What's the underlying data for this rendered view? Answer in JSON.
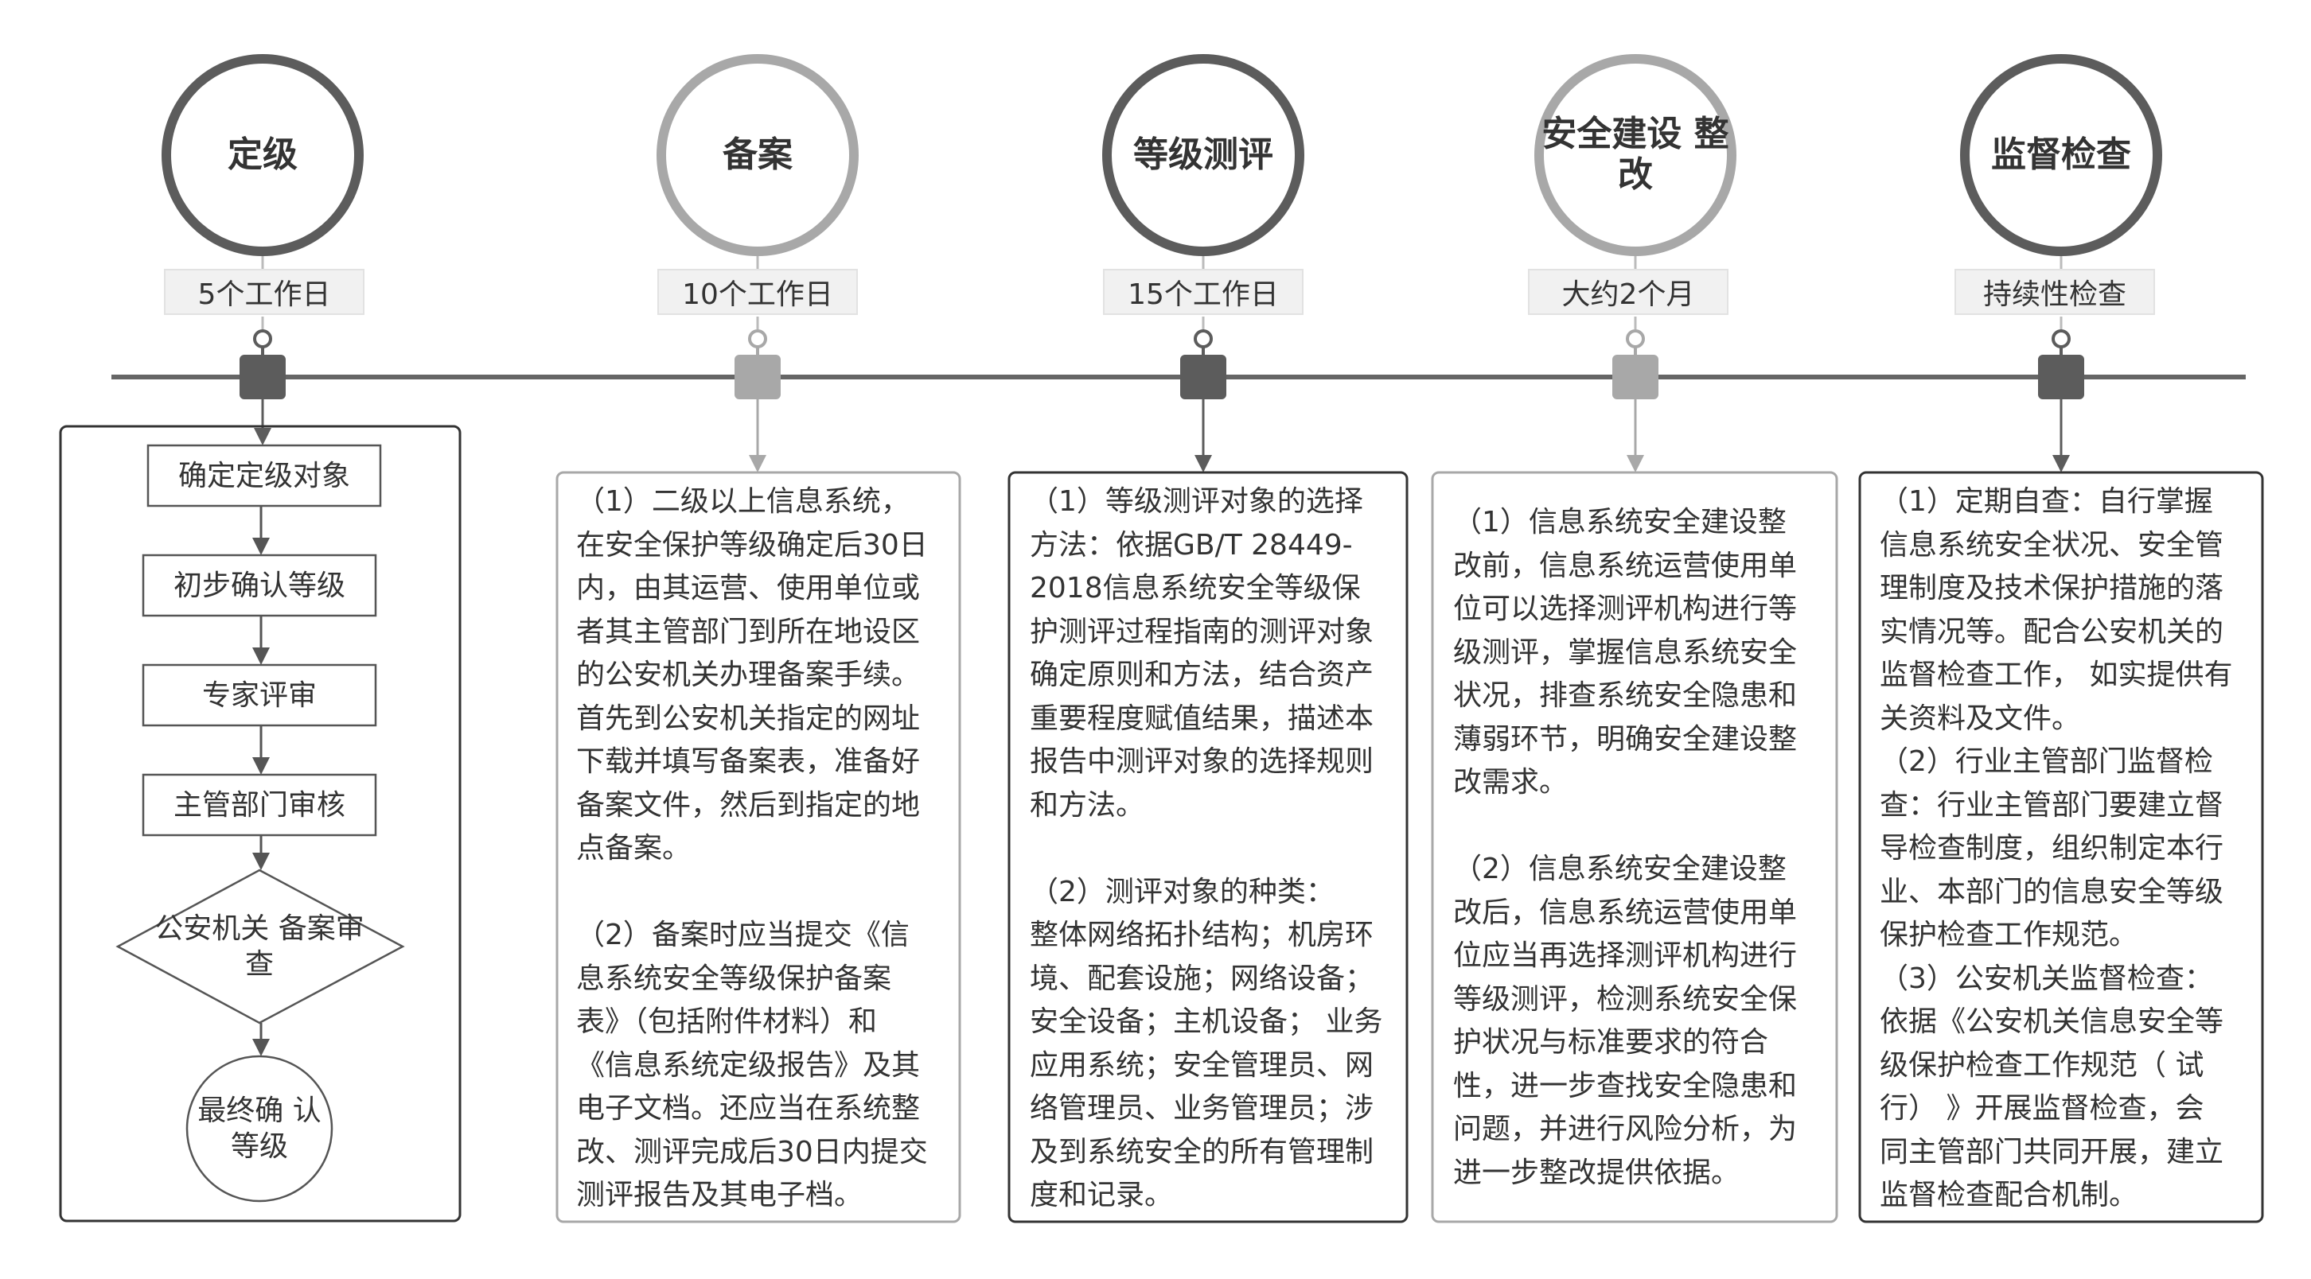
{
  "stages": [
    {
      "id": "dingji",
      "title": "定级",
      "duration": "5个工作日",
      "tone": "dark"
    },
    {
      "id": "beian",
      "title": "备案",
      "duration": "10个工作日",
      "tone": "light"
    },
    {
      "id": "cping",
      "title": "等级测评",
      "duration": "15个工作日",
      "tone": "dark"
    },
    {
      "id": "jianshe",
      "title": "安全建设\n整改",
      "duration": "大约2个月",
      "tone": "light"
    },
    {
      "id": "jiancha",
      "title": "监督检查",
      "duration": "持续性检查",
      "tone": "dark"
    }
  ],
  "grading_steps": [
    "确定定级对象",
    "初步确认等级",
    "专家评审",
    "主管部门审核",
    "公安机关\n备案审查",
    "最终确\n认等级"
  ],
  "descriptions": {
    "beian": "（1）二级以上信息系统，\n在安全保护等级确定后30日\n内，由其运营、使用单位或\n者其主管部门到所在地设区\n的公安机关办理备案手续。\n首先到公安机关指定的网址\n下载并填写备案表，准备好\n备案文件，然后到指定的地\n点备案。\n\n（2）备案时应当提交《信\n息系统安全等级保护备案\n表》（包括附件材料）和\n《信息系统定级报告》及其\n电子文档。还应当在系统整\n改、测评完成后30日内提交\n测评报告及其电子档。",
    "cping": "（1）等级测评对象的选择\n方法：依据GB/T 28449-\n2018信息系统安全等级保\n护测评过程指南的测评对象\n确定原则和方法，结合资产\n重要程度赋值结果，描述本\n报告中测评对象的选择规则\n和方法。\n\n（2）测评对象的种类：\n整体网络拓扑结构；机房环\n境、配套设施；网络设备；\n安全设备；主机设备； 业务\n应用系统；安全管理员、网\n络管理员、业务管理员；涉\n及到系统安全的所有管理制\n度和记录。",
    "jianshe": "（1）信息系统安全建设整\n改前，信息系统运营使用单\n位可以选择测评机构进行等\n级测评，掌握信息系统安全\n状况，排查系统安全隐患和\n薄弱环节，明确安全建设整\n改需求。\n\n（2）信息系统安全建设整\n改后，信息系统运营使用单\n位应当再选择测评机构进行\n等级测评，检测系统安全保\n护状况与标准要求的符合\n性，进一步查找安全隐患和\n问题，并进行风险分析，为\n进一步整改提供依据。",
    "jiancha": "（1）定期自查：自行掌握\n信息系统安全状况、安全管\n理制度及技术保护措施的落\n实情况等。配合公安机关的\n监督检查工作， 如实提供有\n关资料及文件。\n（2）行业主管部门监督检\n查：行业主管部门要建立督\n导检查制度，组织制定本行\n业、本部门的信息安全等级\n保护检查工作规范。\n（3）公安机关监督检查：\n依据《公安机关信息安全等\n级保护检查工作规范（ 试\n行）  》开展监督检查，会\n同主管部门共同开展，建立\n监督检查配合机制。"
  },
  "colors": {
    "dark": "#5c5c5c",
    "light": "#a8a8a8",
    "line": "#666666",
    "text": "#333333",
    "tag_bg": "#f1f1f1"
  }
}
